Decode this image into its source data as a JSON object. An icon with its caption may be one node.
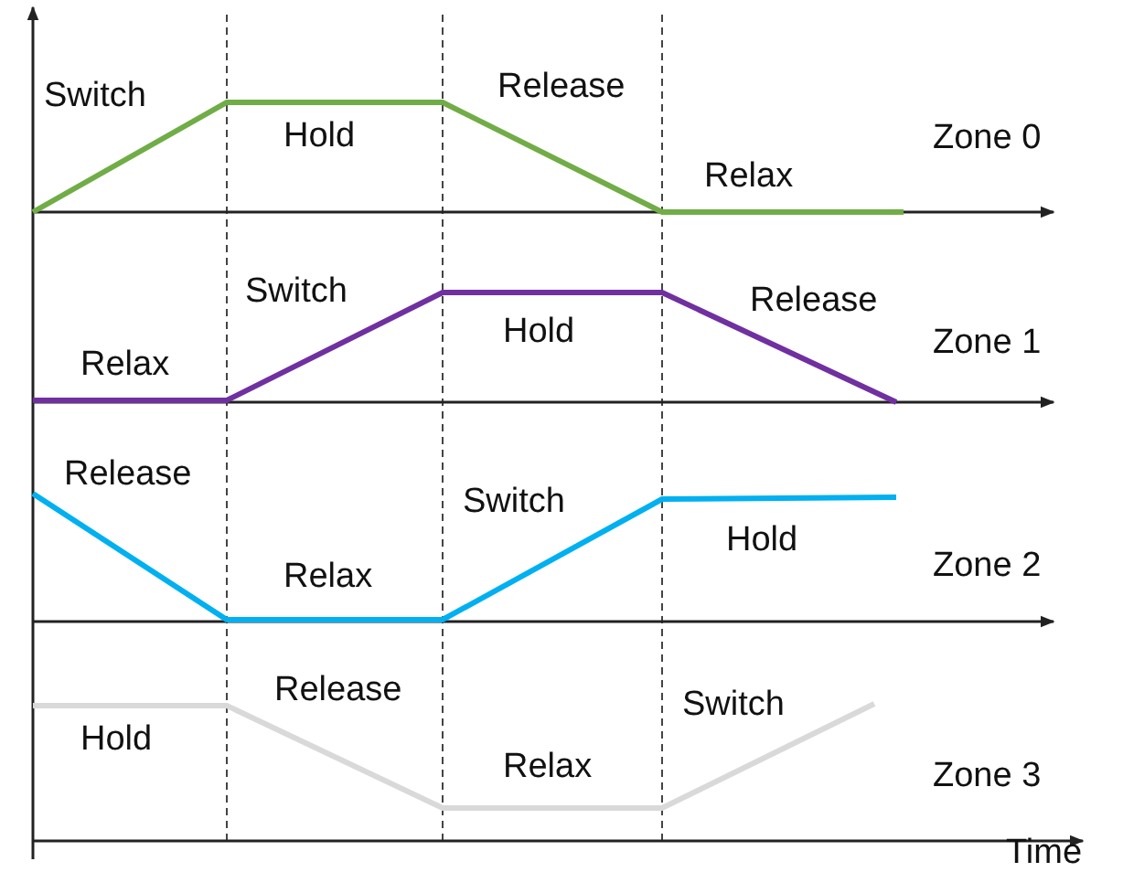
{
  "diagram": {
    "labels": [
      "Switch",
      "Hold",
      "Release",
      "Relax",
      "Zone 0",
      "Relax",
      "Switch",
      "Hold",
      "Release",
      "Zone 1",
      "Release",
      "Relax",
      "Switch",
      "Hold",
      "Zone 2",
      "Hold",
      "Release",
      "Relax",
      "Switch",
      "Zone 3",
      "Time"
    ]
  }
}
